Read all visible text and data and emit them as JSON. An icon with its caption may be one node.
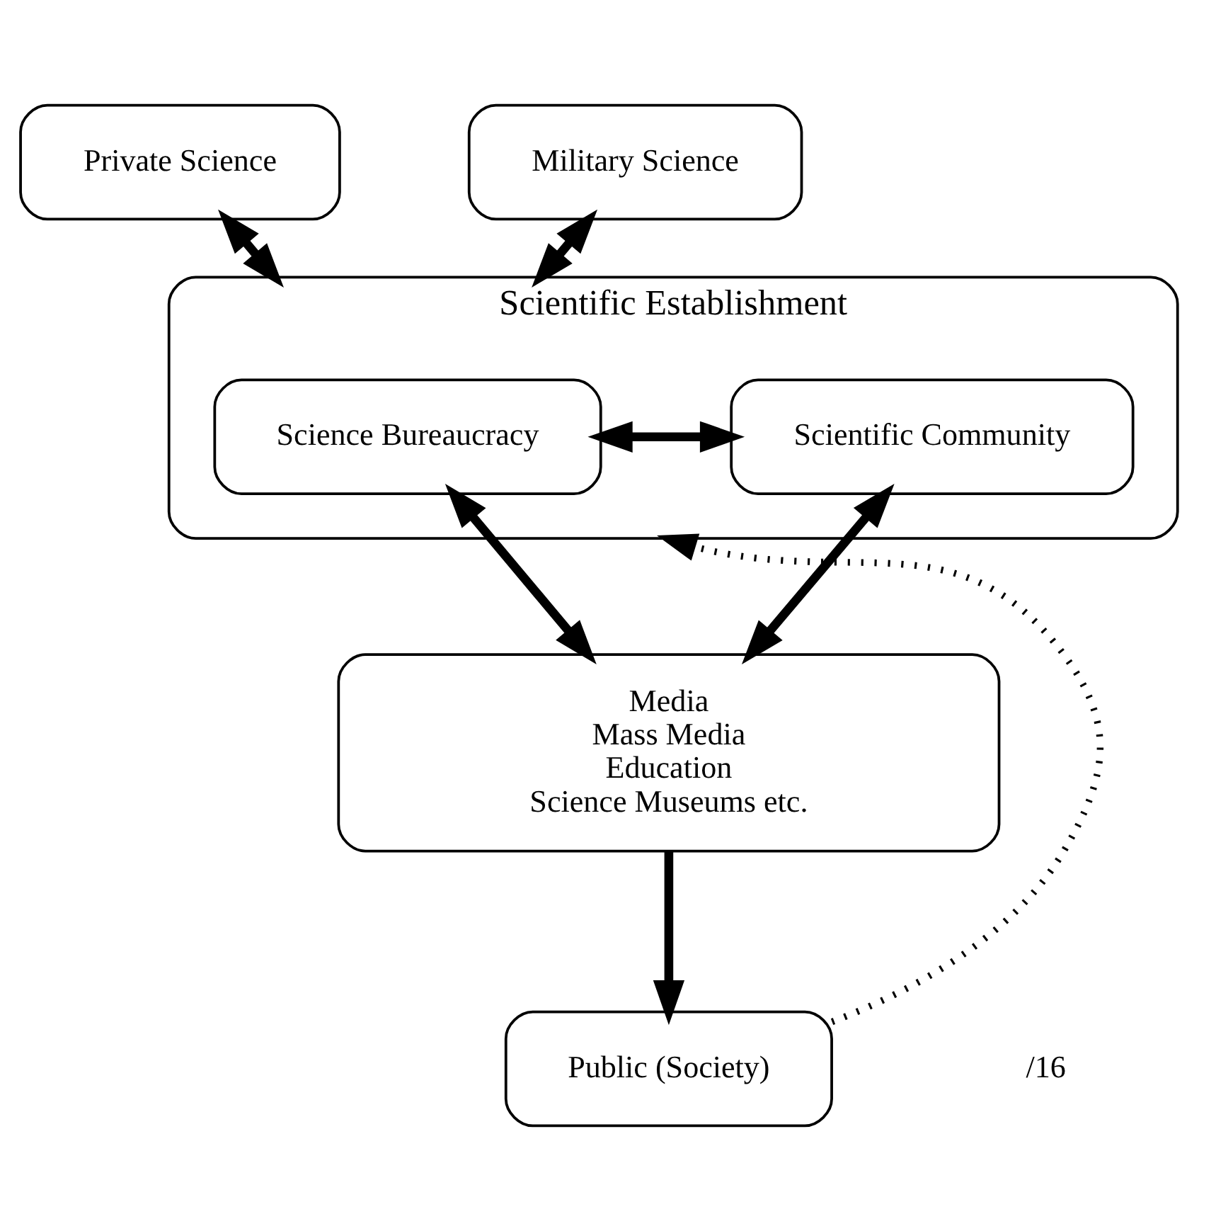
{
  "diagram": {
    "nodes": [
      {
        "text": [
          "Private Science"
        ]
      },
      {
        "text": [
          "Military Science"
        ]
      },
      {
        "text": [
          "Scientific Establishment"
        ]
      },
      {
        "text": [
          "Science Bureaucracy"
        ],
        "in": 2
      },
      {
        "text": [
          "Scientific Community"
        ],
        "in": 2
      },
      {
        "text": [
          "Media",
          "Mass Media",
          "Education",
          "Science Museums etc."
        ]
      },
      {
        "text": [
          "Public (Society)"
        ]
      }
    ],
    "edges": [
      {
        "from": 0,
        "to": 2,
        "arrow": "both"
      },
      {
        "from": 1,
        "to": 2,
        "arrow": "both"
      },
      {
        "from": 3,
        "to": 4,
        "arrow": "both"
      },
      {
        "from": 3,
        "to": 5,
        "arrow": "both"
      },
      {
        "from": 4,
        "to": 5,
        "arrow": "both"
      },
      {
        "from": 5,
        "to": 6,
        "arrow": "to"
      },
      {
        "from": 6,
        "to": 2,
        "arrow": "to",
        "style": "dashed"
      }
    ],
    "labels": [
      "/16"
    ]
  }
}
